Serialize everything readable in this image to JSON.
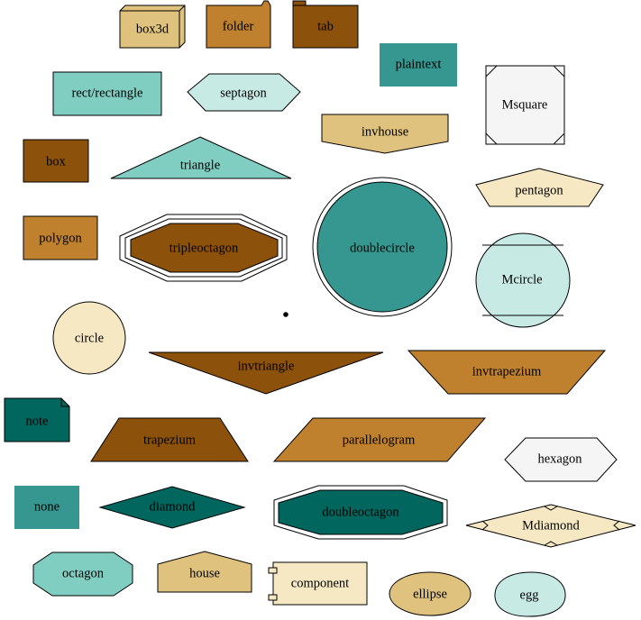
{
  "diagram": {
    "palette": {
      "dark_brown": "#8c510a",
      "brown": "#bf812d",
      "tan": "#dfc27d",
      "cream": "#f6e8c3",
      "light_gray": "#f5f5f5",
      "pale_teal": "#c7eae5",
      "light_teal": "#80cdc1",
      "teal": "#35978f",
      "dark_teal": "#01665e",
      "outline": "#000000"
    },
    "nodes": {
      "box3d": "box3d",
      "folder": "folder",
      "tab": "tab",
      "plaintext": "plaintext",
      "rect": "rect/rectangle",
      "septagon": "septagon",
      "msquare": "Msquare",
      "invhouse": "invhouse",
      "box": "box",
      "triangle": "triangle",
      "pentagon": "pentagon",
      "polygon": "polygon",
      "tripleoctagon": "tripleoctagon",
      "doublecircle": "doublecircle",
      "mcircle": "Mcircle",
      "circle": "circle",
      "invtriangle": "invtriangle",
      "invtrapezium": "invtrapezium",
      "note": "note",
      "trapezium": "trapezium",
      "parallelogram": "parallelogram",
      "hexagon": "hexagon",
      "none": "none",
      "diamond": "diamond",
      "doubleoctagon": "doubleoctagon",
      "mdiamond": "Mdiamond",
      "octagon": "octagon",
      "house": "house",
      "component": "component",
      "ellipse": "ellipse",
      "egg": "egg"
    }
  }
}
